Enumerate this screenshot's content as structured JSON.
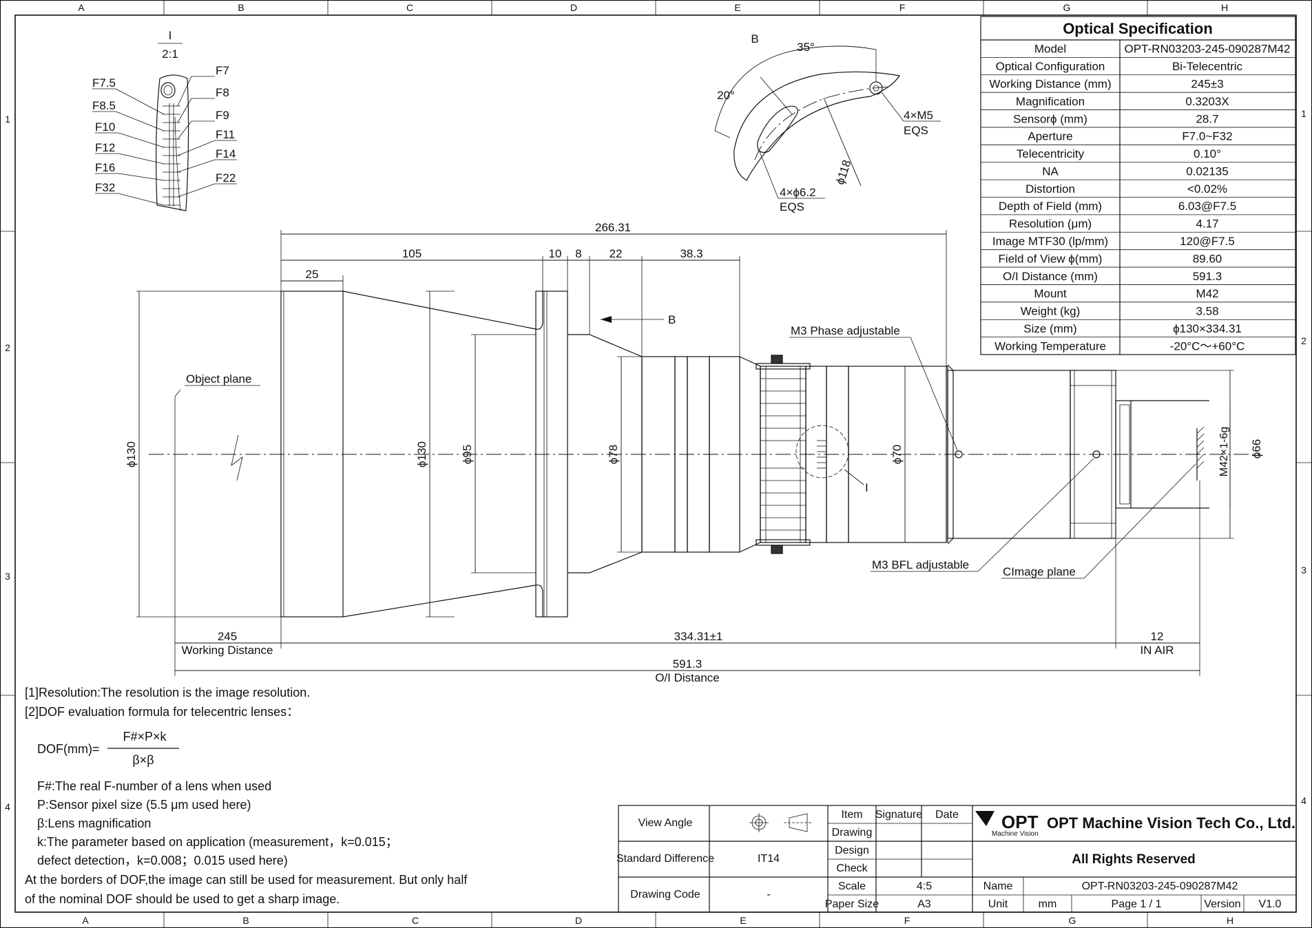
{
  "frame": {
    "columns": [
      "A",
      "B",
      "C",
      "D",
      "E",
      "F",
      "G",
      "H"
    ],
    "rows": [
      "1",
      "2",
      "3",
      "4"
    ]
  },
  "detail": {
    "ref": "I",
    "scale": "2:1",
    "labels": [
      "F7.5",
      "F8.5",
      "F10",
      "F12",
      "F16",
      "F32",
      "F7",
      "F8",
      "F9",
      "F11",
      "F14",
      "F22"
    ]
  },
  "view_b": {
    "ref": "B",
    "angle1": "35°",
    "angle2": "20°",
    "hole_label": "4×M5",
    "hole_eqs": "EQS",
    "phi_label": "ϕ118",
    "slot_label": "4×ϕ6.2",
    "slot_eqs": "EQS"
  },
  "spec": {
    "title": "Optical Specification",
    "rows": [
      [
        "Model",
        "OPT-RN03203-245-090287M42"
      ],
      [
        "Optical Configuration",
        "Bi-Telecentric"
      ],
      [
        "Working Distance (mm)",
        "245±3"
      ],
      [
        "Magnification",
        "0.3203X"
      ],
      [
        "Sensorϕ (mm)",
        "28.7"
      ],
      [
        "Aperture",
        "F7.0~F32"
      ],
      [
        "Telecentricity",
        "0.10°"
      ],
      [
        "NA",
        "0.02135"
      ],
      [
        "Distortion",
        "<0.02%"
      ],
      [
        "Depth of Field (mm)",
        "6.03@F7.5"
      ],
      [
        "Resolution (μm)",
        "4.17"
      ],
      [
        "Image MTF30 (lp/mm)",
        "120@F7.5"
      ],
      [
        "Field of View ϕ(mm)",
        "89.60"
      ],
      [
        "O/I Distance (mm)",
        "591.3"
      ],
      [
        "Mount",
        "M42"
      ],
      [
        "Weight (kg)",
        "3.58"
      ],
      [
        "Size (mm)",
        "ϕ130×334.31"
      ],
      [
        "Working Temperature",
        "-20°C～+60°C"
      ]
    ]
  },
  "dims": {
    "d266": "266.31",
    "d105": "105",
    "d10": "10",
    "d8": "8",
    "d22": "22",
    "d38": "38.3",
    "d25": "25",
    "phi130a": "ϕ130",
    "phi130b": "ϕ130",
    "phi95": "ϕ95",
    "phi78": "ϕ78",
    "phi70": "ϕ70",
    "phi66": "ϕ66",
    "m42": "M42×1-6g",
    "d245": "245",
    "working_distance": "Working Distance",
    "d334": "334.31±1",
    "d12": "12",
    "in_air": "IN AIR",
    "d591": "591.3",
    "oi_distance": "O/I Distance",
    "arrow_b": "B",
    "object_plane": "Object plane",
    "phase": "M3 Phase adjustable",
    "bfl": "M3 BFL adjustable",
    "image_plane": "CImage plane",
    "detail_ref": "I"
  },
  "notes": {
    "n1": "[1]Resolution:The resolution is  the image resolution.",
    "n2": "[2]DOF evaluation formula for telecentric lenses：",
    "formula_left": "DOF(mm)=",
    "formula_num": "F#×P×k",
    "formula_den": "β×β",
    "l1": "F#:The real F-number of a lens when used",
    "l2": "P:Sensor pixel size (5.5 μm used here)",
    "l3": "β:Lens magnification",
    "l4": "k:The parameter based on application (measurement，k=0.015；",
    "l5": "defect detection，k=0.008；0.015 used here)",
    "l6": "At the borders of DOF,the image can still be used for measurement. But only half",
    "l7": "of the nominal DOF should be used to get a sharp image."
  },
  "title_block": {
    "view_angle": "View Angle",
    "std_diff": "Standard Difference",
    "std_value": "IT14",
    "drawing_code": "Drawing Code",
    "code_value": "-",
    "item": "Item",
    "signature": "Signature",
    "date": "Date",
    "drawing": "Drawing",
    "design": "Design",
    "check": "Check",
    "scale": "Scale",
    "scale_value": "4:5",
    "paper": "Paper Size",
    "paper_value": "A3",
    "logo": "OPT",
    "logo_sub": "Machine Vision",
    "company": "OPT Machine Vision Tech Co., Ltd.",
    "rights": "All Rights Reserved",
    "name": "Name",
    "name_value": "OPT-RN03203-245-090287M42",
    "unit": "Unit",
    "unit_value": "mm",
    "page": "Page  1 / 1",
    "version": "Version",
    "version_value": "V1.0"
  }
}
